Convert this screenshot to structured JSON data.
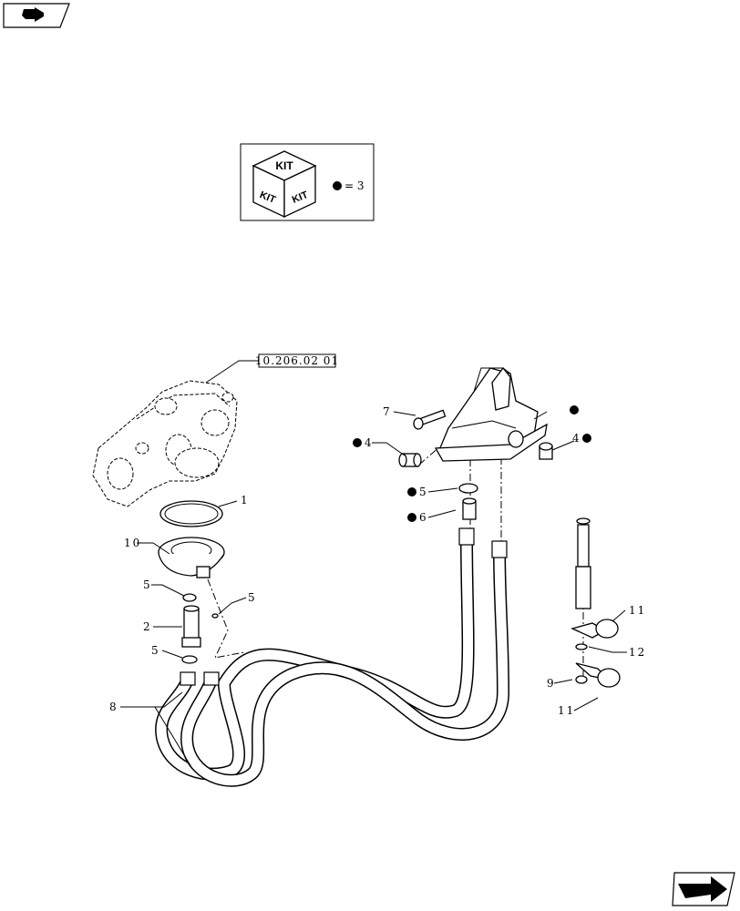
{
  "nav": {
    "prev_icon": "back-arrow-icon",
    "next_icon": "forward-arrow-icon"
  },
  "kit_box": {
    "cube_text": "KIT",
    "legend_text": "= 3"
  },
  "reference": {
    "text": "10.206.02 01"
  },
  "callouts": [
    {
      "id": "c1",
      "text": "1"
    },
    {
      "id": "c10",
      "text": "10"
    },
    {
      "id": "c5a",
      "text": "5"
    },
    {
      "id": "c5b",
      "text": "5"
    },
    {
      "id": "c2",
      "text": "2"
    },
    {
      "id": "c5c",
      "text": "5"
    },
    {
      "id": "c8",
      "text": "8"
    },
    {
      "id": "c7",
      "text": "7"
    },
    {
      "id": "c4a",
      "text": "4"
    },
    {
      "id": "c5d",
      "text": "5"
    },
    {
      "id": "c6",
      "text": "6"
    },
    {
      "id": "c4b",
      "text": "4"
    },
    {
      "id": "c11a",
      "text": "11"
    },
    {
      "id": "c12",
      "text": "12"
    },
    {
      "id": "c9",
      "text": "9"
    },
    {
      "id": "c11b",
      "text": "11"
    }
  ]
}
